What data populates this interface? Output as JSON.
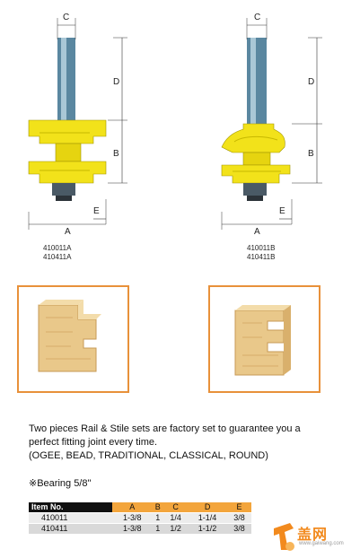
{
  "diagrams": [
    {
      "dims": {
        "c": "C",
        "d": "D",
        "b": "B",
        "a": "A",
        "e": "E"
      },
      "model_line1": "410011A",
      "model_line2": "410411A"
    },
    {
      "dims": {
        "c": "C",
        "d": "D",
        "b": "B",
        "a": "A",
        "e": "E"
      },
      "model_line1": "410011B",
      "model_line2": "410411B"
    }
  ],
  "description": {
    "line1": "Two pieces Rail & Stile sets are factory set to guarantee you a",
    "line2": "perfect fitting joint every time.",
    "line3": "(OGEE, BEAD, TRADITIONAL, CLASSICAL, ROUND)"
  },
  "bearing": "※Bearing 5/8\"",
  "spec_table": {
    "headers": [
      "Item No.",
      "A",
      "B",
      "C",
      "D",
      "E"
    ],
    "rows": [
      [
        "410011",
        "1-3/8",
        "1",
        "1/4",
        "1-1/4",
        "3/8"
      ],
      [
        "410411",
        "1-3/8",
        "1",
        "1/2",
        "1-1/2",
        "3/8"
      ]
    ]
  },
  "colors": {
    "cutter": "#f2e21a",
    "shank": "#5a87a0",
    "frame": "#e8913a",
    "wood": "#e9c88a",
    "header_accent": "#f3a53c"
  },
  "watermark": {
    "text": "盖网",
    "sub": "www.gaiwang.com"
  }
}
